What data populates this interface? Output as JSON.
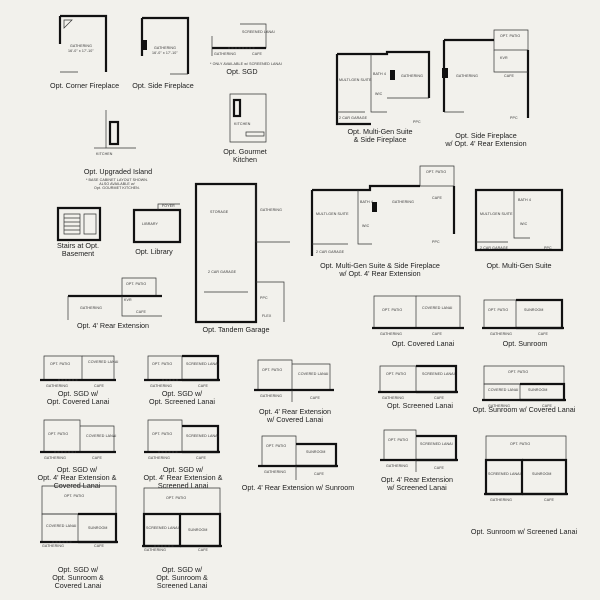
{
  "captions": {
    "corner_fireplace": "Opt. Corner Fireplace",
    "side_fireplace": "Opt. Side Fireplace",
    "sgd": "Opt. SGD",
    "multigen_side": [
      "Opt. Multi-Gen Suite",
      "& Side Fireplace"
    ],
    "side_fp_rear_ext": [
      "Opt. Side Fireplace",
      "w/ Opt. 4' Rear Extension"
    ],
    "gourmet_kitchen": [
      "Opt. Gourmet",
      "Kitchen"
    ],
    "upgraded_island": "Opt. Upgraded Island",
    "stairs_basement": [
      "Stairs at Opt.",
      "Basement"
    ],
    "library": "Opt. Library",
    "multigen_side_rear": [
      "Opt. Multi-Gen Suite & Side Fireplace",
      "w/ Opt. 4' Rear Extension"
    ],
    "multigen": "Opt. Multi-Gen Suite",
    "rear_ext": "Opt. 4' Rear Extension",
    "tandem_garage": "Opt. Tandem Garage",
    "covered_lanai": "Opt. Covered Lanai",
    "sunroom": "Opt. Sunroom",
    "sgd_covered": [
      "Opt. SGD w/",
      "Opt. Covered Lanai"
    ],
    "sgd_screened": [
      "Opt. SGD w/",
      "Opt. Screened Lanai"
    ],
    "rear_ext_covered": [
      "Opt. 4' Rear Extension",
      "w/ Covered Lanai"
    ],
    "screened_lanai": "Opt. Screened Lanai",
    "sunroom_covered": "Opt. Sunroom w/ Covered Lanai",
    "sgd_rear_covered": [
      "Opt. SGD w/",
      "Opt. 4' Rear Extension &",
      "Covered Lanai"
    ],
    "sgd_rear_screened": [
      "Opt. SGD w/",
      "Opt. 4' Rear Extension &",
      "Screened Lanai"
    ],
    "rear_ext_sunroom": "Opt. 4' Rear Extension w/ Sunroom",
    "rear_ext_screened": [
      "Opt. 4' Rear Extension",
      "w/ Screened Lanai"
    ],
    "sunroom_screened": "Opt. Sunroom w/ Screened Lanai",
    "sgd_sunroom_covered": [
      "Opt. SGD w/",
      "Opt. Sunroom &",
      "Covered Lanai"
    ],
    "sgd_sunroom_screened": [
      "Opt. SGD w/",
      "Opt. Sunroom &",
      "Screened Lanai"
    ]
  },
  "rooms": {
    "gathering": "GATHERING",
    "dim_gathering": "16'-0\" x 17'-10\"",
    "screened_lanai": "SCREENED LANAI",
    "covered_lanai": "COVERED LANAI",
    "cafe": "CAFE",
    "kitchen": "KITCHEN",
    "library": "LIBRARY",
    "foyer": "FOYER",
    "storage": "STORAGE",
    "garage2": "2 CAR GARAGE",
    "multigen_suite": "MULTI-GEN SUITE",
    "bath4": "BATH 4",
    "wic": "WIC",
    "ppc": "PPC",
    "patio": "OPT. PATIO",
    "kvr": "KVR",
    "pnd": "PND",
    "sunroom": "SUNROOM",
    "flex": "FLEX",
    "sgd_note": "* ONLY AVAILABLE w/ SCREENED LANAI",
    "island_note": [
      "* BASE CABINET LAYOUT SHOWN.",
      "ALSO AVAILABLE w/",
      "Opt. GOURMET KITCHEN."
    ]
  }
}
